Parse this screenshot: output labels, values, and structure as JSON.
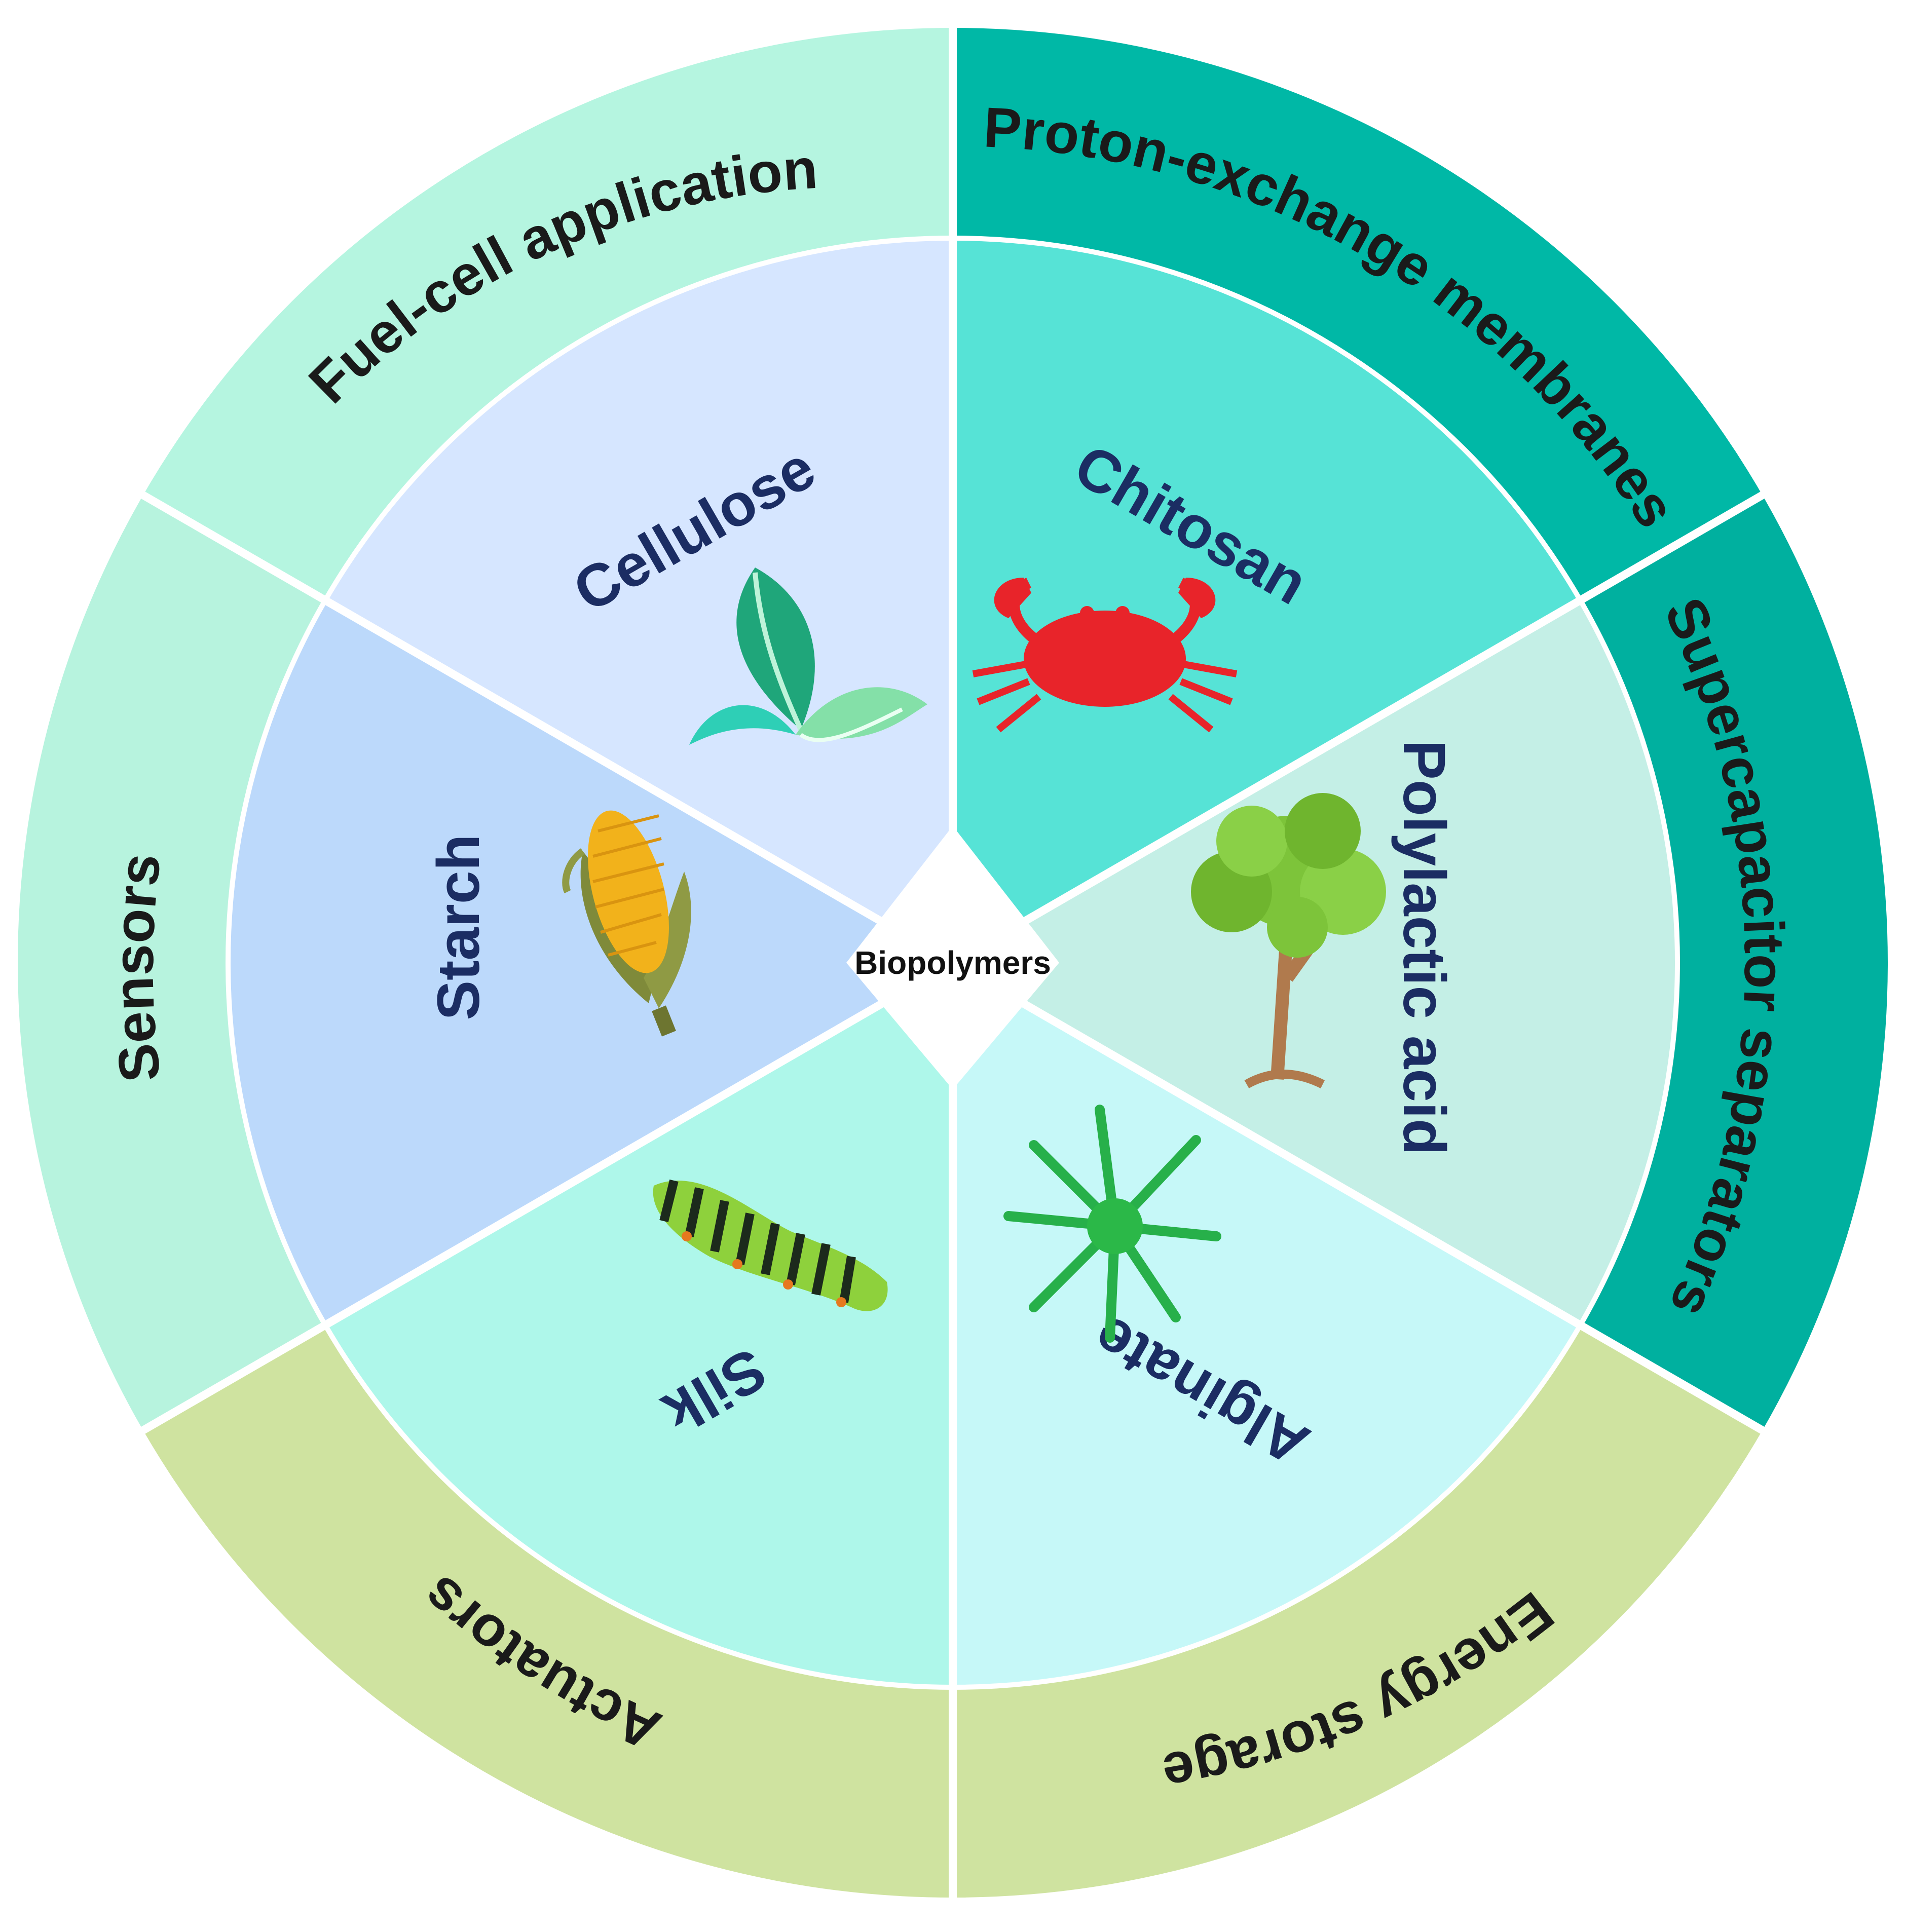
{
  "center": {
    "label": "Biopolymers"
  },
  "outer_ring": [
    {
      "id": "fuel-cell",
      "label": "Fuel-cell application",
      "color": "#b5f5e0"
    },
    {
      "id": "proton-exchange",
      "label": "Proton-exchange membranes",
      "color": "#00b8a6"
    },
    {
      "id": "supercapacitor",
      "label": "Supercapacitor separators",
      "color": "#00b09f"
    },
    {
      "id": "energy-storage",
      "label": "Energy storage",
      "color": "#cfe3a0"
    },
    {
      "id": "actuators",
      "label": "Actuators",
      "color": "#cfe3a0"
    },
    {
      "id": "sensors",
      "label": "Sensors",
      "color": "#b7f3de"
    }
  ],
  "inner_ring": [
    {
      "id": "cellulose",
      "label": "Cellulose",
      "icon": "leaves-icon",
      "color": "#d6e6ff"
    },
    {
      "id": "chitosan",
      "label": "Chitosan",
      "icon": "crab-icon",
      "color": "#56e3d6"
    },
    {
      "id": "polylactic",
      "label": "Polylactic acid",
      "icon": "tree-icon",
      "color": "#c4efe6"
    },
    {
      "id": "alginate",
      "label": "Alginate",
      "icon": "seaweed-icon",
      "color": "#c6f8f8"
    },
    {
      "id": "silk",
      "label": "Silk",
      "icon": "caterpillar-icon",
      "color": "#aef7ea"
    },
    {
      "id": "starch",
      "label": "Starch",
      "icon": "corn-icon",
      "color": "#bcd9fb"
    }
  ]
}
